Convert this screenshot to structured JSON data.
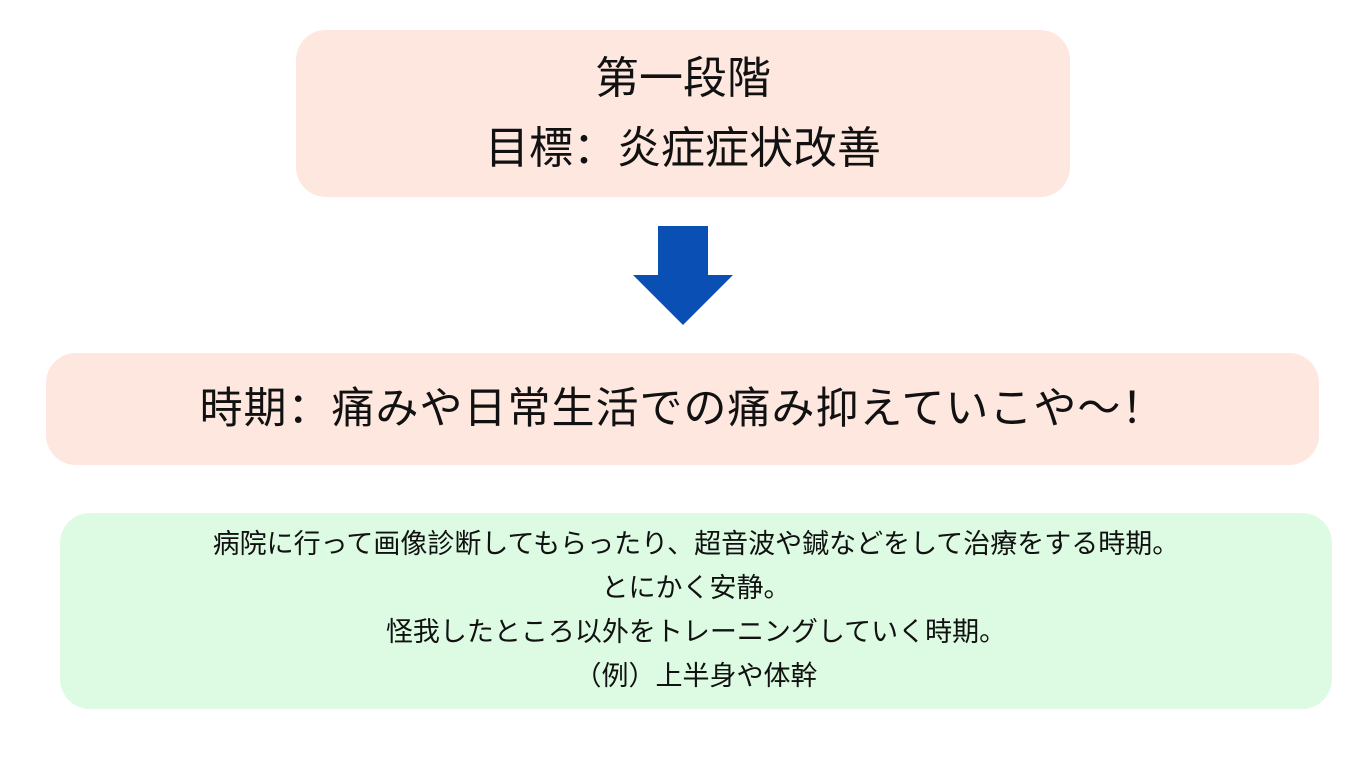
{
  "colors": {
    "peach_box": "#fde7df",
    "green_box": "#dcfbe2",
    "arrow": "#0a4fb3",
    "text": "#111111"
  },
  "stage": {
    "title": "第一段階",
    "goal": "目標：炎症症状改善"
  },
  "arrow_icon": "arrow-down-icon",
  "period": {
    "text": "時期：痛みや日常生活での痛み抑えていこや～！"
  },
  "details": {
    "lines": [
      "病院に行って画像診断してもらったり、超音波や鍼などをして治療をする時期。",
      "とにかく安静。",
      "怪我したところ以外をトレーニングしていく時期。",
      "（例）上半身や体幹"
    ]
  }
}
